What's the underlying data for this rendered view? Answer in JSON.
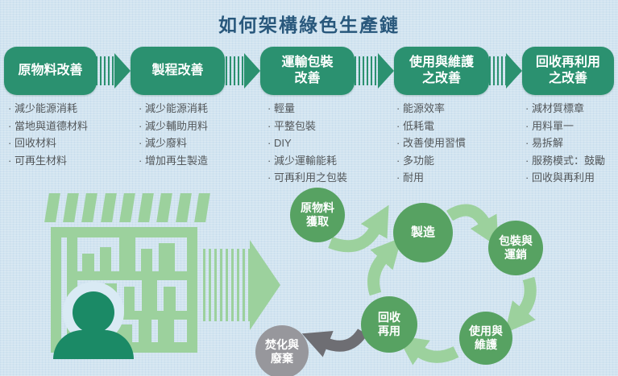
{
  "title": "如何架構綠色生產鏈",
  "colors": {
    "background": "#d2e4f0",
    "title_text": "#29587c",
    "chain_box_green": "#2b9170",
    "cycle_node_green": "#57a262",
    "light_green_arrows": "#9cd19d",
    "person_dark_green": "#1b8a66",
    "disposal_gray": "#97979c",
    "gray_arrow": "#6e6e73",
    "bullet_text": "#53575a"
  },
  "chain": {
    "steps": [
      {
        "label": "原物料改善",
        "bullets": [
          "減少能源消耗",
          "當地與道德材料",
          "回收材料",
          "可再生材料"
        ]
      },
      {
        "label": "製程改善",
        "bullets": [
          "減少能源消耗",
          "減少輔助用料",
          "減少廢料",
          "增加再生製造"
        ]
      },
      {
        "label": "運輸包裝\n改善",
        "bullets": [
          "輕量",
          "平整包裝",
          "DIY",
          "減少運輸能耗",
          "可再利用之包裝"
        ]
      },
      {
        "label": "使用與維護\n之改善",
        "bullets": [
          "能源效率",
          "低耗電",
          "改善使用習慣",
          "多功能",
          "耐用"
        ]
      },
      {
        "label": "回收再利用\n之改善",
        "bullets": [
          "減材質標章",
          "用料單一",
          "易拆解",
          "服務模式：鼓勵",
          "回收與再利用"
        ]
      }
    ]
  },
  "cycle": {
    "nodes": [
      {
        "label": "原物料\n獲取"
      },
      {
        "label": "製造"
      },
      {
        "label": "包裝與\n運銷"
      },
      {
        "label": "使用與\n維護"
      },
      {
        "label": "回收\n再用"
      },
      {
        "label": "焚化與\n廢棄"
      }
    ]
  },
  "icons": {
    "storefront": "storefront-shelves-illustration",
    "person": "shopper-person-icon",
    "flow_arrow": "striped-right-arrow-icon"
  }
}
